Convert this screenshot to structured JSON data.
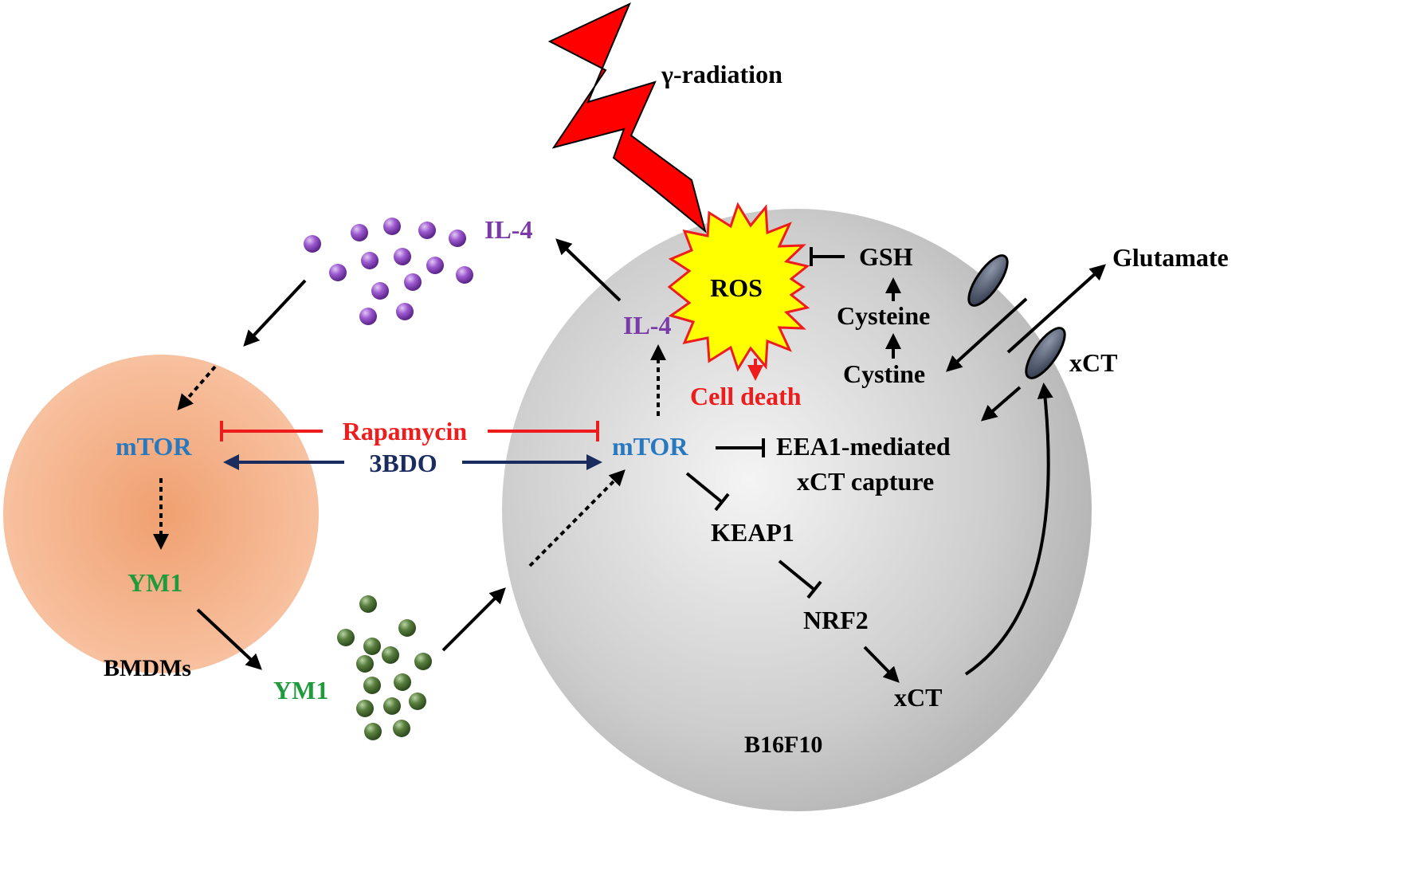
{
  "colors": {
    "black": "#000000",
    "purple": "#7a3aa8",
    "blue": "#2878c0",
    "green": "#1f9a3c",
    "red": "#ee1c1c",
    "navy": "#1a2b5e",
    "cell_gray": "#c8c8c8",
    "bmdm_orange": "#f2ac80",
    "burst_yellow": "#ffff00",
    "bolt_red": "#ff0000"
  },
  "labels": {
    "gamma_radiation": "γ-radiation",
    "il4_outside": "IL-4",
    "il4_inside": "IL-4",
    "ros": "ROS",
    "gsh": "GSH",
    "cysteine": "Cysteine",
    "cystine": "Cystine",
    "glutamate": "Glutamate",
    "xct_membrane": "xCT",
    "cell_death": "Cell death",
    "rapamycin": "Rapamycin",
    "bdo": "3BDO",
    "mtor_bmdm": "mTOR",
    "mtor_tumor": "mTOR",
    "eea1_line1": "EEA1-mediated",
    "eea1_line2": "xCT capture",
    "keap1": "KEAP1",
    "nrf2": "NRF2",
    "xct_bottom": "xCT",
    "ym1_bmdm": "YM1",
    "ym1_outside": "YM1",
    "bmdms": "BMDMs",
    "b16f10": "B16F10"
  },
  "icons": {
    "lightning": "lightning-bolt-icon",
    "ros_burst": "starburst-icon",
    "il4_particles": "purple-sphere-icon",
    "ym1_particles": "green-sphere-icon",
    "transporter": "oval-transporter-icon"
  }
}
